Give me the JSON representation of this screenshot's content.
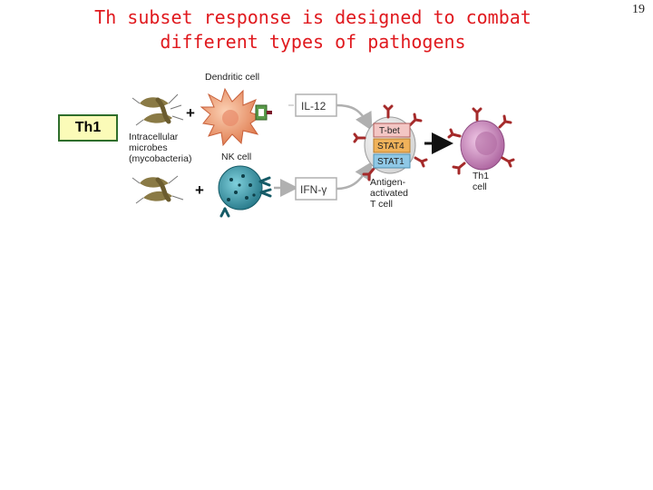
{
  "title": {
    "line1": "Th subset response is designed to combat",
    "line2": "different types of pathogens"
  },
  "page_number": "19",
  "side_label": "Th1",
  "diagram": {
    "dendritic_cell": "Dendritic cell",
    "microbes_label": [
      "Intracellular",
      "microbes",
      "(mycobacteria)"
    ],
    "nk_cell": "NK cell",
    "plus": "+",
    "cytokine_top": "IL-12",
    "cytokine_bottom": "IFN-γ",
    "tf_tbet": "T-bet",
    "tf_stat4": "STAT4",
    "tf_stat1": "STAT1",
    "antigen_activated": [
      "Antigen-",
      "activated",
      "T cell"
    ],
    "th1_cell": [
      "Th1",
      "cell"
    ]
  },
  "colors": {
    "title": "#e0191e",
    "th1_box_fill": "#fbfbb8",
    "th1_box_border": "#2f6e2b",
    "dendritic_cell": "#e8845a",
    "nk_cell": "#2a8fa0",
    "receptor": "#a52a2a",
    "tbet": "#f3c6c4",
    "stat4": "#f0b25a",
    "stat1": "#8fc8e6",
    "th1_cell": "#c77bb8"
  }
}
